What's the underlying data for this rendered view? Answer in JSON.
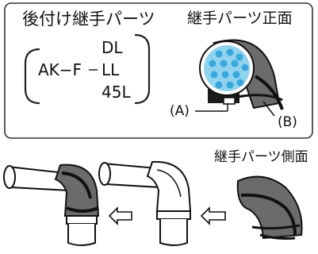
{
  "box": {
    "title": "後付け継手パーツ",
    "model_prefix": "AK−F",
    "models": [
      "DL",
      "LL",
      "45L"
    ],
    "front_view_title": "継手パーツ正面",
    "label_a": "(A)",
    "label_b": "(B)"
  },
  "lower": {
    "side_view_title": "継手パーツ側面"
  },
  "colors": {
    "panel_border": "#333333",
    "cover_gray": "#6b6b6b",
    "cover_dark": "#1a1a1a",
    "pipe_fill": "#ffffff",
    "face_blue": "#8fd3ee",
    "dot_blue": "#3aa7dc"
  }
}
